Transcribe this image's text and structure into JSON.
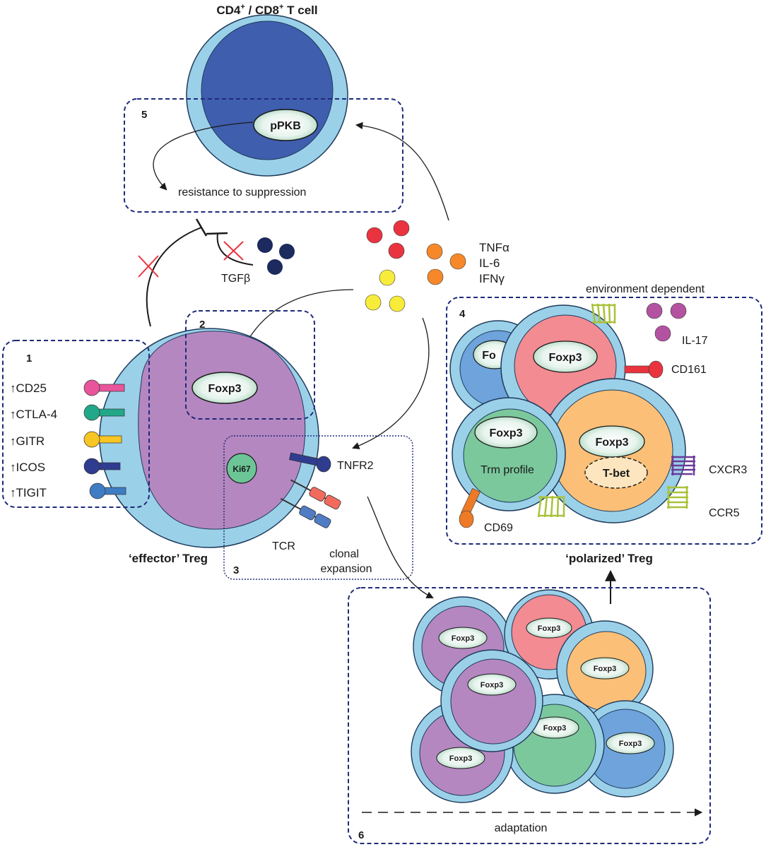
{
  "tcell": {
    "title_main": "CD4",
    "title_sup1": "+",
    "title_mid": " / CD8",
    "title_sup2": "+",
    "title_end": " T cell",
    "ppkb": "pPKB"
  },
  "box5": {
    "number": "5",
    "text": "resistance to suppression"
  },
  "tgfb": "TGFβ",
  "cytokines": {
    "tnfa": "TNFα",
    "il6": "IL-6",
    "ifng": "IFNγ"
  },
  "effector": {
    "label": "‘effector’ Treg",
    "foxp3": "Foxp3",
    "ki67": "Ki67",
    "tnfr2": "TNFR2",
    "tcr": "TCR"
  },
  "box1": {
    "number": "1",
    "markers": [
      "CD25",
      "CTLA-4",
      "GITR",
      "ICOS",
      "TIGIT"
    ],
    "up_arrow": "↑"
  },
  "box2": {
    "number": "2"
  },
  "box3": {
    "number": "3",
    "text_line1": "clonal",
    "text_line2": "expansion"
  },
  "box4": {
    "number": "4",
    "env": "environment dependent",
    "il17": "IL-17",
    "cd161": "CD161",
    "cxcr3": "CXCR3",
    "ccr5": "CCR5",
    "cd69": "CD69",
    "foxp3_partial": "Fo",
    "foxp3": "Foxp3",
    "trm": "Trm profile",
    "tbet": "T-bet",
    "polarized": "‘polarized’ Treg"
  },
  "box6": {
    "number": "6",
    "adaptation": "adaptation",
    "foxp3": "Foxp3"
  },
  "colors": {
    "membrane": "#9bd0e9",
    "membrane_stroke": "#1e3b5a",
    "nucleus_blue_dark": "#3f5eae",
    "nucleus_purple": "#b587c0",
    "nucleus_pink": "#f28b92",
    "nucleus_green": "#7bc89c",
    "nucleus_orange": "#fbbf77",
    "nucleus_blue": "#6ea3dc",
    "box_stroke": "#1f2a7a",
    "red": "#e9343f",
    "orange": "#f6882a",
    "yellow": "#f8ec3a",
    "navy": "#1c2a5e",
    "magenta": "#b352a0"
  }
}
